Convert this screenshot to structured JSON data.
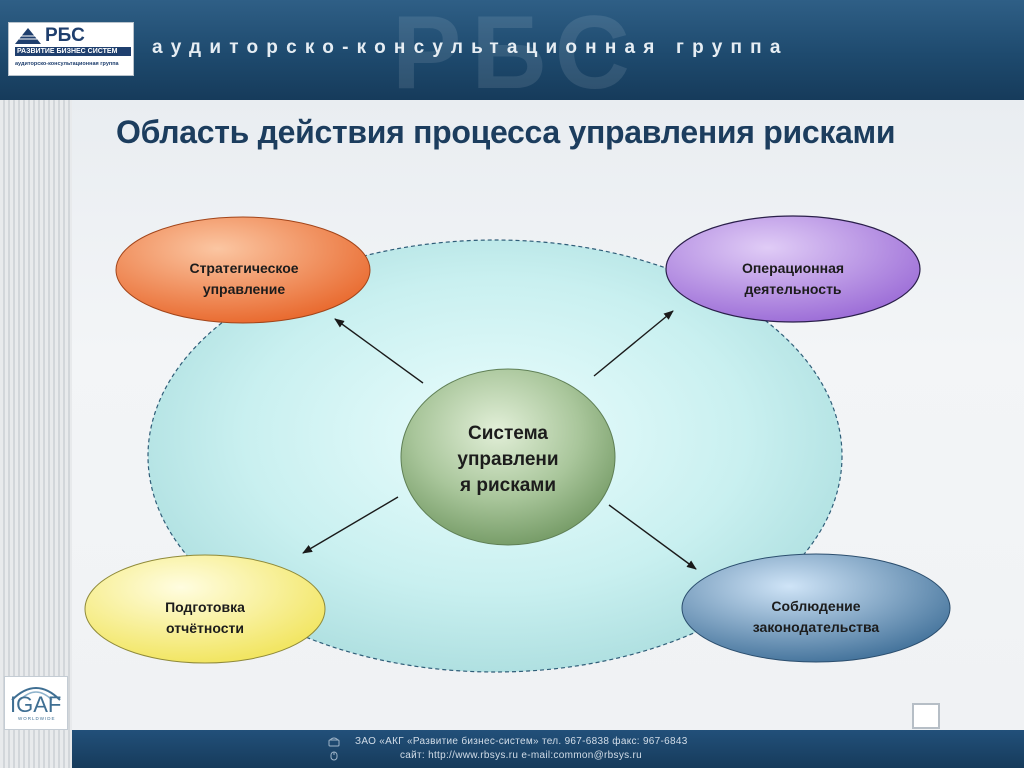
{
  "header": {
    "logo_title": "РБС",
    "logo_subtitle": "РАЗВИТИЕ БИЗНЕС СИСТЕМ",
    "logo_caption": "аудиторско-консультационная группа",
    "tagline": "аудиторско-консультационная группа",
    "watermark": "РБС"
  },
  "slide": {
    "title": "Область действия процесса управления рисками"
  },
  "diagram": {
    "center": "Система управления рисками",
    "center_lines": [
      "Система",
      "управлени",
      "я рисками"
    ],
    "nodes": [
      {
        "id": "strategic",
        "lines": [
          "Стратегическое",
          "управление"
        ],
        "color": "#f07a38"
      },
      {
        "id": "operational",
        "lines": [
          "Операционная",
          "деятельность"
        ],
        "color": "#a07ad8"
      },
      {
        "id": "reporting",
        "lines": [
          "Подготовка",
          "отчётности"
        ],
        "color": "#f6ef7a"
      },
      {
        "id": "compliance",
        "lines": [
          "Соблюдение",
          "законодательства"
        ],
        "color": "#6f9ec9"
      }
    ],
    "colors": {
      "outer_ellipse": "#bfe9ea",
      "center": "#9fc08a",
      "arrow": "#1a1a1a"
    }
  },
  "footer": {
    "line1": "ЗАО «АКГ «Развитие бизнес-систем»   тел. 967-6838  факс: 967-6843",
    "line2": "сайт: http://www.rbsys.ru    e-mail:common@rbsys.ru"
  },
  "igaf": {
    "text": "IGAF",
    "subtitle": "WORLDWIDE"
  },
  "icons": [
    "phone-icon",
    "mouse-icon"
  ]
}
